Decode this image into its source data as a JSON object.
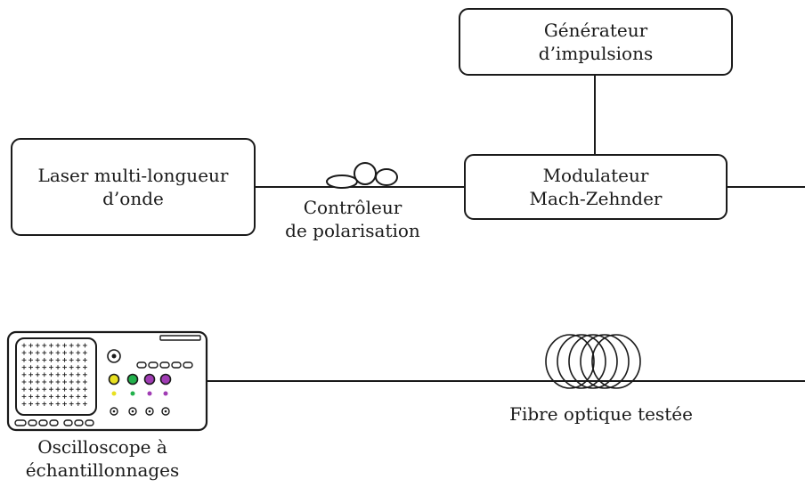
{
  "diagram": {
    "pulse_generator": {
      "line1": "Générateur",
      "line2": "d’impulsions"
    },
    "laser": {
      "line1": "Laser multi-longueur",
      "line2": "d’onde"
    },
    "modulator": {
      "line1": "Modulateur",
      "line2": "Mach-Zehnder"
    },
    "polarization_controller": {
      "line1": "Contrôleur",
      "line2": "de polarisation"
    },
    "fiber": {
      "label": "Fibre optique testée"
    },
    "oscilloscope": {
      "line1": "Oscilloscope à",
      "line2": "échantillonnages"
    },
    "colors": {
      "stroke": "#1a1a1a",
      "yellow_port": "#e8e020",
      "green_port": "#22b14c",
      "purple_port": "#a03cb4"
    }
  }
}
